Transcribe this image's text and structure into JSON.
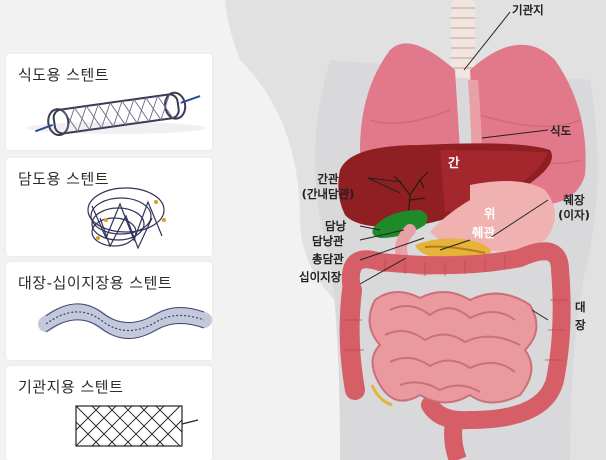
{
  "stents": [
    {
      "title": "식도용 스텐트"
    },
    {
      "title": "담도용 스텐트"
    },
    {
      "title": "대장-십이지장용 스텐트"
    },
    {
      "title": "기관지용 스텐트"
    }
  ],
  "organ_labels": {
    "trachea": "기관지",
    "esophagus": "식도",
    "liver": "간",
    "hepatic_duct": "간관",
    "hepatic_duct_sub": "(간내담관)",
    "stomach": "위",
    "pancreas": "췌장",
    "pancreas_sub": "(이자)",
    "pancreatic_duct": "췌관",
    "gallbladder": "담낭",
    "cystic_duct": "담낭관",
    "common_bile_duct": "총담관",
    "duodenum": "십이지장",
    "colon_1": "대",
    "colon_2": "장"
  }
}
